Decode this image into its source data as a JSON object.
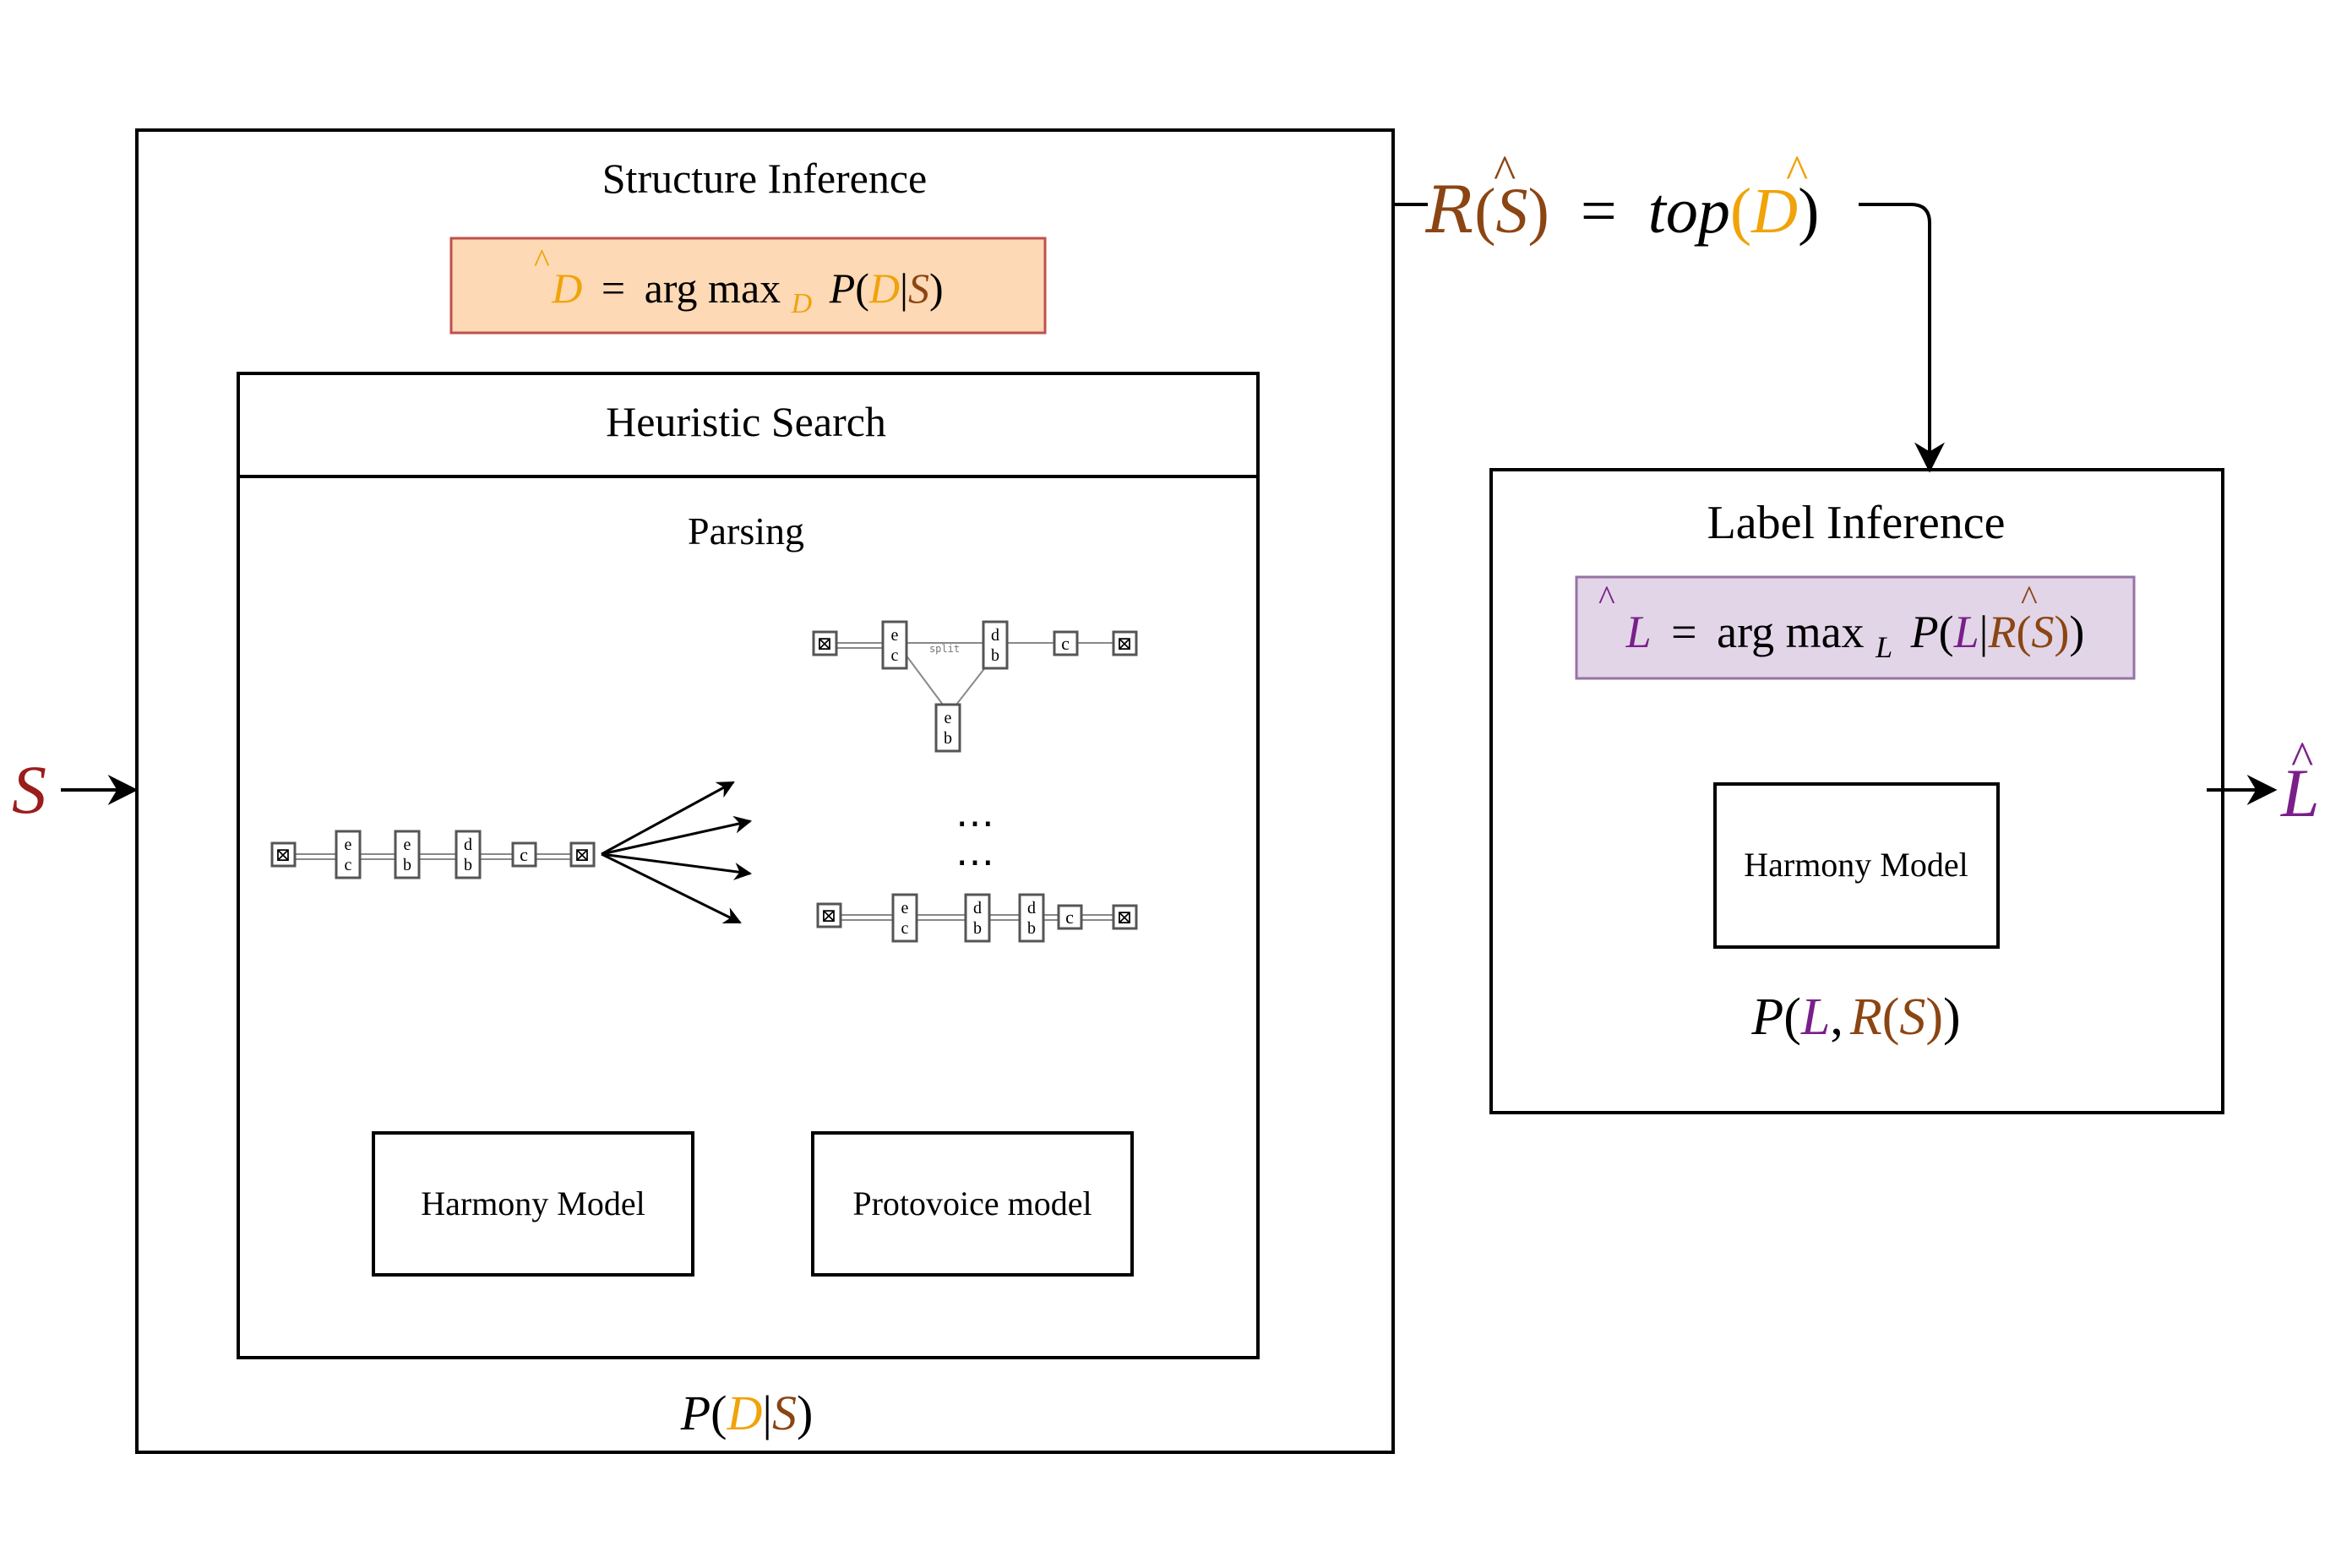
{
  "colors": {
    "S": "#9b1c1c",
    "D": "#f0a30a",
    "R": "#8b4513",
    "L": "#7a1f8a",
    "formula_box_orange_fill": "#fdd9b5",
    "formula_box_orange_stroke": "#c0504d",
    "formula_box_purple_fill": "#e1d5e7",
    "formula_box_purple_stroke": "#9673a6"
  },
  "input": {
    "symbol": "S"
  },
  "output": {
    "symbol": "L",
    "hat": "^"
  },
  "structure_inference": {
    "title": "Structure Inference",
    "formula": {
      "lhs": "D",
      "eq": "=",
      "argmax": "arg max",
      "sub": "D",
      "P": "P",
      "open": "(",
      "D": "D",
      "bar": "|",
      "S": "S",
      "close": ")"
    },
    "heuristic_search": {
      "title": "Heuristic Search",
      "parsing": {
        "title": "Parsing",
        "start_chain": [
          "⊠",
          "e c",
          "e b",
          "d b",
          "c",
          "⊠"
        ],
        "top_chain": [
          "⊠",
          "e c",
          "d b",
          "c",
          "⊠"
        ],
        "top_chain_branch": "e b",
        "split_label": "split",
        "dots": "⋯",
        "bottom_chain": [
          "⊠",
          "e c",
          "d b",
          "d b",
          "c",
          "⊠"
        ]
      },
      "models": [
        "Harmony Model",
        "Protovoice model"
      ]
    },
    "distribution": {
      "P": "P",
      "open": "(",
      "D": "D",
      "bar": "|",
      "S": "S",
      "close": ")"
    }
  },
  "connector": {
    "R": "R",
    "open": "(",
    "S": "S",
    "close": ")",
    "eq": "=",
    "top": "top",
    "D": "D"
  },
  "label_inference": {
    "title": "Label Inference",
    "formula": {
      "lhs": "L",
      "eq": "=",
      "argmax": "arg max",
      "sub": "L",
      "P": "P",
      "open": "(",
      "L": "L",
      "bar": "|",
      "R": "R",
      "S": "S",
      "close": ")"
    },
    "model": "Harmony Model",
    "distribution": {
      "P": "P",
      "open": "(",
      "L": "L",
      "comma": ",",
      "R": "R",
      "S": "S",
      "close": ")"
    }
  }
}
